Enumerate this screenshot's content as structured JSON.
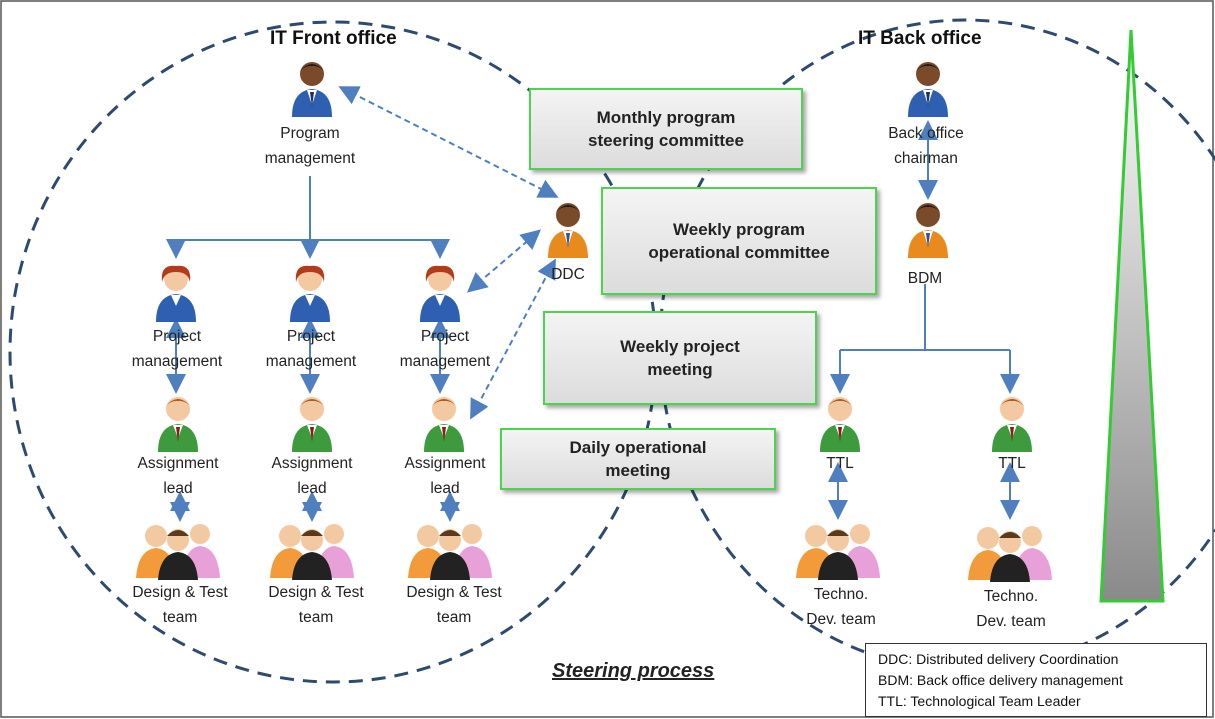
{
  "front_office": {
    "title": "IT Front office",
    "program_management": "Program\nmanagement",
    "project_management": [
      "Project\nmanagement",
      "Project\nmanagement",
      "Project\nmanagement"
    ],
    "assignment_lead": [
      "Assignment\nlead",
      "Assignment\nlead",
      "Assignment\nlead"
    ],
    "design_test_team": [
      "Design & Test\nteam",
      "Design & Test\nteam",
      "Design & Test\nteam"
    ]
  },
  "back_office": {
    "title": "IT Back office",
    "chairman": "Back office\nchairman",
    "bdm": "BDM",
    "ttl": [
      "TTL",
      "TTL"
    ],
    "dev_team": [
      "Techno.\nDev. team",
      "Techno.\nDev. team"
    ]
  },
  "ddc": "DDC",
  "meetings": {
    "monthly": "Monthly program\nsteering committee",
    "weekly_program": "Weekly program\noperational committee",
    "weekly_project": "Weekly project\nmeeting",
    "daily": "Daily operational\nmeeting"
  },
  "steering_process": "Steering process",
  "legend": [
    "DDC: Distributed delivery Coordination",
    "BDM: Back office delivery management",
    "TTL: Technological Team Leader"
  ],
  "colors": {
    "program_suit": "#2f5fb0",
    "project_suit": "#2f5fb0",
    "assignment_suit": "#3d9a3d",
    "ddc_suit": "#e98a1c",
    "box_border": "#4ed34e",
    "arrow": "#4f7fbf",
    "circle": "#2e4a6e"
  }
}
